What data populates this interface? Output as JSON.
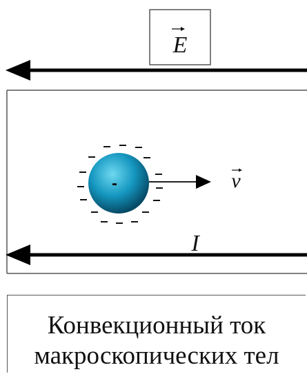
{
  "field": {
    "label": "E"
  },
  "charge": {
    "sign": "-",
    "velocity_label": "v"
  },
  "current": {
    "label": "I"
  },
  "caption": {
    "line1": "Конвекционный ток",
    "line2": "макроскопических тел"
  },
  "colors": {
    "sphere_light": "#6fd8f0",
    "sphere_mid": "#1597c0",
    "sphere_dark": "#064a66",
    "line": "#000000",
    "frame": "#555555"
  }
}
